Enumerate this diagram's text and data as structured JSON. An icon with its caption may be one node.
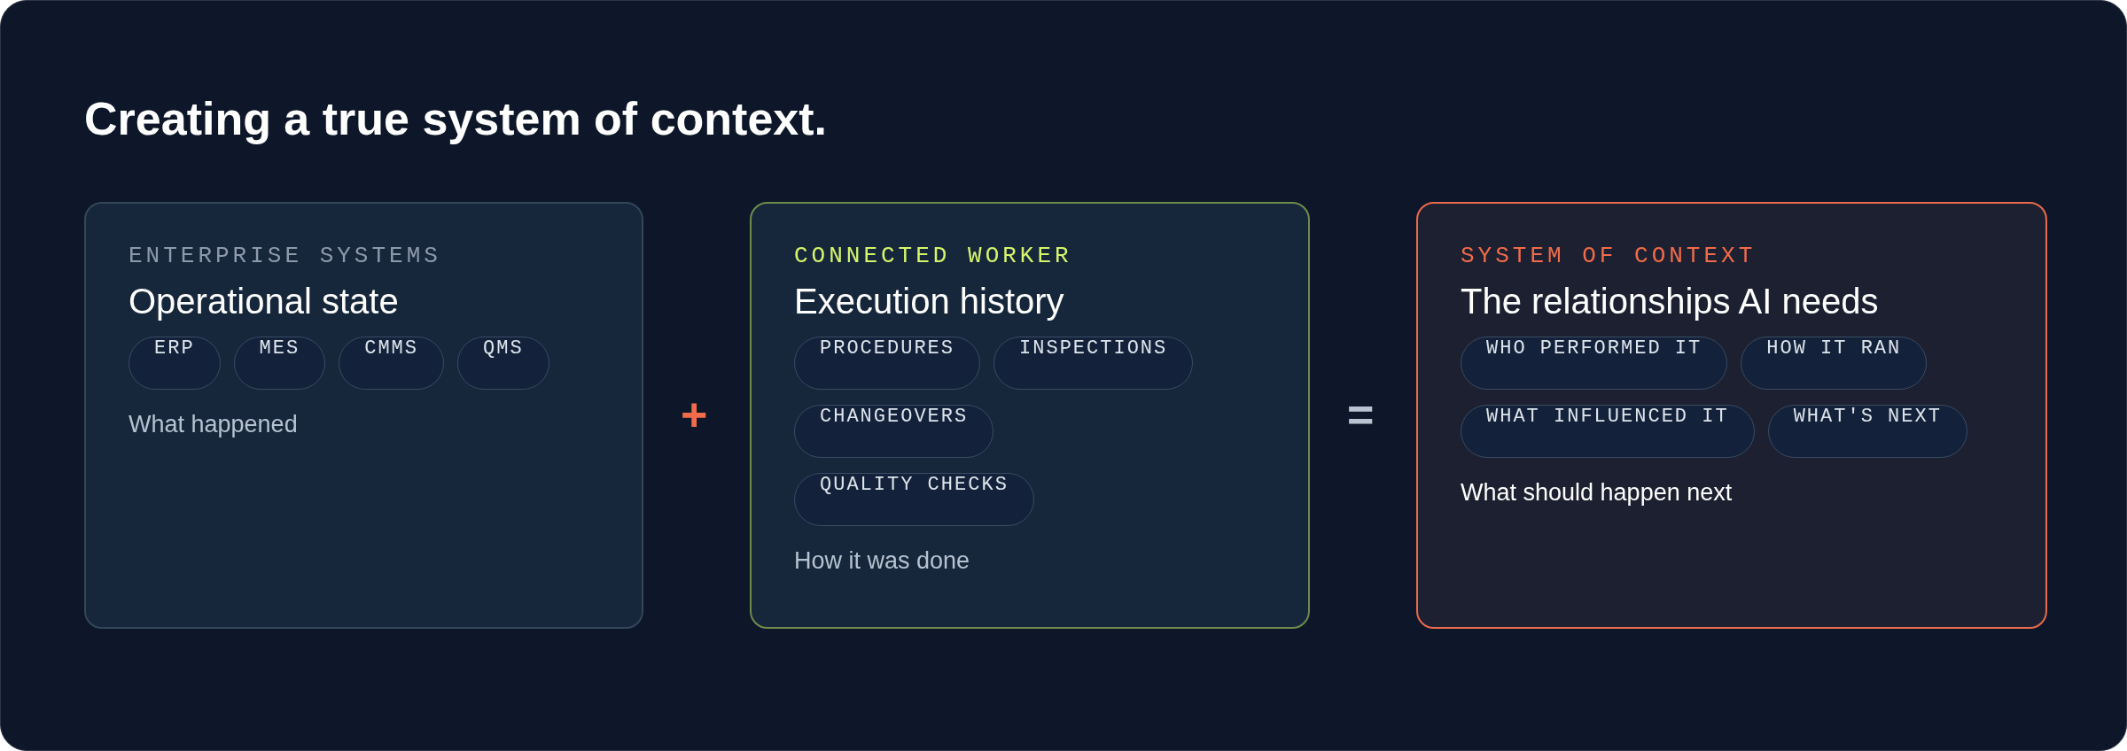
{
  "diagram": {
    "title": "Creating a true system of context.",
    "nodes": [
      {
        "text": [
          "ENTERPRISE SYSTEMS",
          "Operational state",
          "What happened"
        ]
      },
      {
        "text": [
          "ERP"
        ],
        "in": 0
      },
      {
        "text": [
          "MES"
        ],
        "in": 0
      },
      {
        "text": [
          "CMMS"
        ],
        "in": 0
      },
      {
        "text": [
          "QMS"
        ],
        "in": 0
      },
      {
        "text": [
          "CONNECTED WORKER",
          "Execution history",
          "How it was done"
        ]
      },
      {
        "text": [
          "PROCEDURES"
        ],
        "in": 5
      },
      {
        "text": [
          "INSPECTIONS"
        ],
        "in": 5
      },
      {
        "text": [
          "CHANGEOVERS"
        ],
        "in": 5
      },
      {
        "text": [
          "QUALITY CHECKS"
        ],
        "in": 5
      },
      {
        "text": [
          "SYSTEM OF CONTEXT",
          "The relationships AI needs",
          "What should happen next"
        ]
      },
      {
        "text": [
          "WHO PERFORMED IT"
        ],
        "in": 10
      },
      {
        "text": [
          "HOW IT RAN"
        ],
        "in": 10
      },
      {
        "text": [
          "WHAT INFLUENCED IT"
        ],
        "in": 10
      },
      {
        "text": [
          "WHAT'S NEXT"
        ],
        "in": 10
      }
    ],
    "labels": [
      "+",
      "="
    ]
  }
}
